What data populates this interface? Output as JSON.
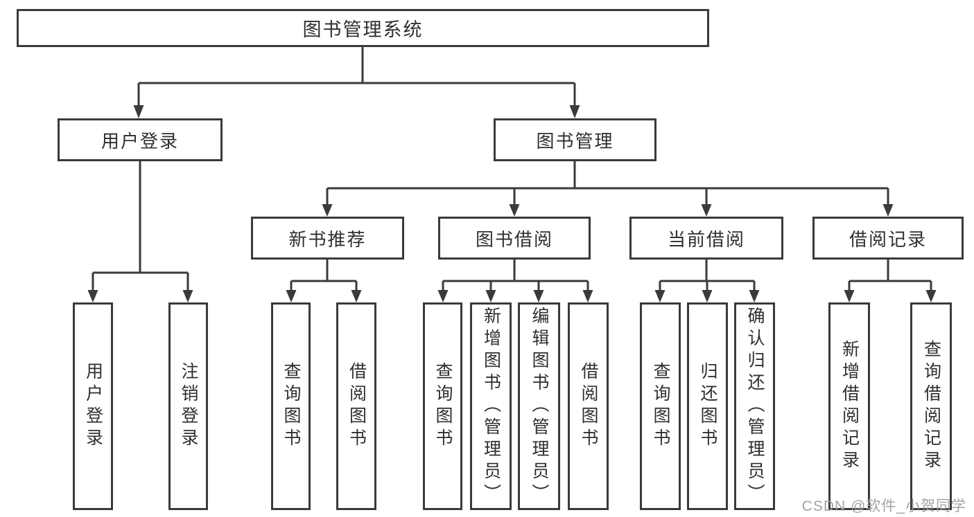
{
  "diagram": {
    "root": {
      "label": "图书管理系统"
    },
    "branches": [
      {
        "label": "用户登录",
        "children": [
          {
            "label": "用户登录"
          },
          {
            "label": "注销登录"
          }
        ]
      },
      {
        "label": "图书管理",
        "children": [
          {
            "label": "新书推荐",
            "children": [
              {
                "label": "查询图书"
              },
              {
                "label": "借阅图书"
              }
            ]
          },
          {
            "label": "图书借阅",
            "children": [
              {
                "label": "查询图书"
              },
              {
                "label": "新增图书（管理员）"
              },
              {
                "label": "编辑图书（管理员）"
              },
              {
                "label": "借阅图书"
              }
            ]
          },
          {
            "label": "当前借阅",
            "children": [
              {
                "label": "查询图书"
              },
              {
                "label": "归还图书"
              },
              {
                "label": "确认归还（管理员）"
              }
            ]
          },
          {
            "label": "借阅记录",
            "children": [
              {
                "label": "新增借阅记录"
              },
              {
                "label": "查询借阅记录"
              }
            ]
          }
        ]
      }
    ]
  },
  "watermark": "CSDN @软件_小贺同学",
  "colors": {
    "line": "#3a3a3a",
    "text": "#2f2f2f",
    "watermark": "#9e9e9e",
    "background": "#ffffff"
  }
}
